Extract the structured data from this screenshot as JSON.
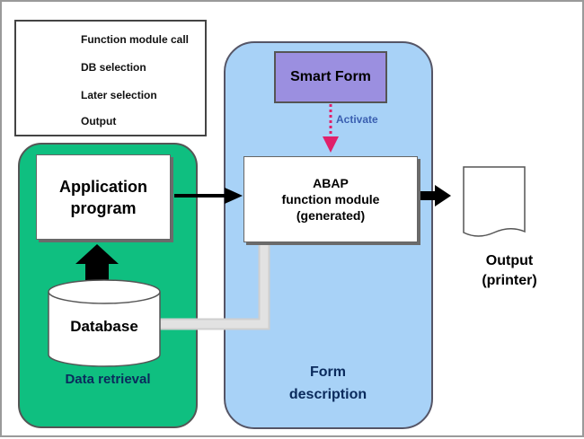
{
  "legend": {
    "function_call": "Function module call",
    "db_selection": "DB selection",
    "later_selection": "Later selection",
    "output": "Output"
  },
  "nodes": {
    "smart_form": "Smart Form",
    "application_program": [
      "Application",
      "program"
    ],
    "abap_module": [
      "ABAP",
      "function module",
      "(generated)"
    ],
    "database": "Database",
    "output": [
      "Output",
      "(printer)"
    ]
  },
  "regions": {
    "data_retrieval": "Data retrieval",
    "form_description": [
      "Form",
      "description"
    ]
  },
  "edges": {
    "activate": "Activate"
  },
  "colors": {
    "data_retrieval_panel": "#0fbf80",
    "form_description_panel": "#a8d2f7",
    "smart_form_box": "#9b8fe0",
    "activate_arrow": "#e0206a"
  }
}
